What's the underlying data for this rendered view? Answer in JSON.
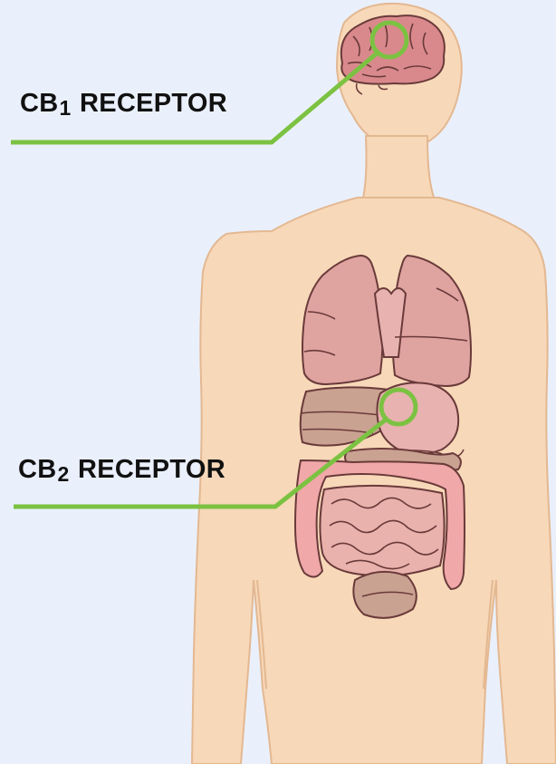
{
  "labels": {
    "cb1": {
      "prefix": "CB",
      "subscript": "1",
      "suffix": " RECEPTOR"
    },
    "cb2": {
      "prefix": "CB",
      "subscript": "2",
      "suffix": " RECEPTOR"
    }
  },
  "colors": {
    "background": "#eaf0fb",
    "skin": "#f7d8b8",
    "skin_outline": "#e3b892",
    "brain": "#d9898c",
    "lungs": "#dfa3a0",
    "liver": "#c9a291",
    "stomach": "#e8b2b0",
    "intestine": "#f0a8a8",
    "marker_line": "#7cc242"
  }
}
